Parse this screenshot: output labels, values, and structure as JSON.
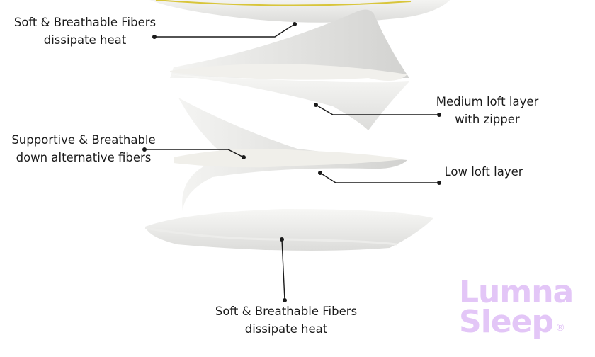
{
  "callouts": {
    "top_fibers": [
      "Soft & Breathable Fibers",
      "dissipate heat"
    ],
    "medium_loft": [
      "Medium loft layer",
      "with zipper"
    ],
    "supportive_fibers": [
      "Supportive & Breathable",
      "down alternative fibers"
    ],
    "low_loft": [
      "Low loft layer"
    ],
    "bottom_fibers": [
      "Soft & Breathable Fibers",
      "dissipate heat"
    ]
  },
  "logo": {
    "text": "Lumna Sleep",
    "line1": "Lumna",
    "line2": "Sleep",
    "registered": "®",
    "color": "#e3c6f7"
  },
  "colors": {
    "line": "#1a1a1a",
    "pillow_trim": "#d8c53a"
  }
}
